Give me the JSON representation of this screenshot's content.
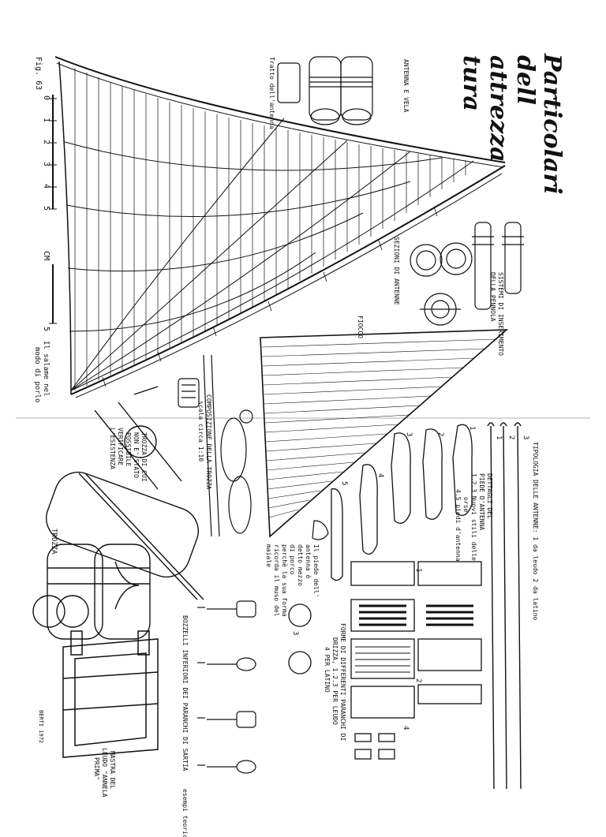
{
  "sheet": {
    "title": "Particolari dell'attrezzatura",
    "title_lines": [
      "Particolari",
      "dell",
      "attrezza",
      "tura"
    ],
    "plate_number": "Fig. 63",
    "signature": "BERTI 1972"
  },
  "scale": {
    "ticks": [
      "0",
      "1",
      "2",
      "3",
      "4",
      "5"
    ],
    "unit": "CM",
    "tick_end": "5",
    "note_line1": "Il salame nel",
    "note_line2": "modo di porlo"
  },
  "labels": {
    "antenna_vela": "ANTENNA E VELA",
    "tratto_antenna": "Tratto dell'antenna",
    "sezioni_antenne": "SEZIONI DI ANTENNE",
    "sistemi_line1": "SISTEMI DI INSERIMENTO",
    "sistemi_line2": "DELLA PENNOLA",
    "fiocco": "FIOCCO",
    "trozza_comp_line1": "COMPOSIZIONE DELLA TROZZA",
    "trozza_comp_line2": "scala circa 1:10",
    "trozza_note_line1": "TROZZA DI CUI",
    "trozza_note_line2": "NON E' STATO",
    "trozza_note_line3": "POSSIBILE",
    "trozza_note_line4": "VERIFICARE",
    "trozza_note_line5": "L'ESISTENZA",
    "trozza": "TROZZA",
    "dettagli_line1": "DETTAGLI DEL",
    "dettagli_line2": "PIEDE D'ANTENNA",
    "dettagli_line3": "1.2.3 Nuovi stili delle",
    "dettagli_line4": "orse",
    "dettagli_line5": "4.5 piedi d'antenna",
    "piede_line1": "Il piede dell'",
    "piede_line2": "antenna è",
    "piede_line3": "detto mezzo",
    "piede_line4": "di porco",
    "piede_line5": "perchè la sua forma",
    "piede_line6": "ricorda il muso del",
    "piede_line7": "maiale",
    "tipologia": "TIPOLOGIA DELLE ANTENNE: 1 da leudo 2 da latino",
    "forme_line1": "FORME DI DIFFERENTI PARANCHI DI",
    "forme_line2": "DRIZZA, 1.2.3 PER LEUDO",
    "forme_line3": "4 PER LATINO",
    "bozzelli_line1": "BOZZELLI INFERIORI DEI PARANCHI DI SARTIA",
    "bozzelli_line2": "esempi teorici",
    "mastra_line1": "MASTRA DEL",
    "mastra_line2": "LEUDO \"ANNELA",
    "mastra_line3": "PRIMA\""
  },
  "numbers": {
    "piede": [
      "1",
      "2",
      "3",
      "4",
      "5"
    ],
    "antenne": [
      "1",
      "2",
      "3"
    ],
    "paranchi": [
      "1",
      "2",
      "3",
      "4"
    ]
  }
}
